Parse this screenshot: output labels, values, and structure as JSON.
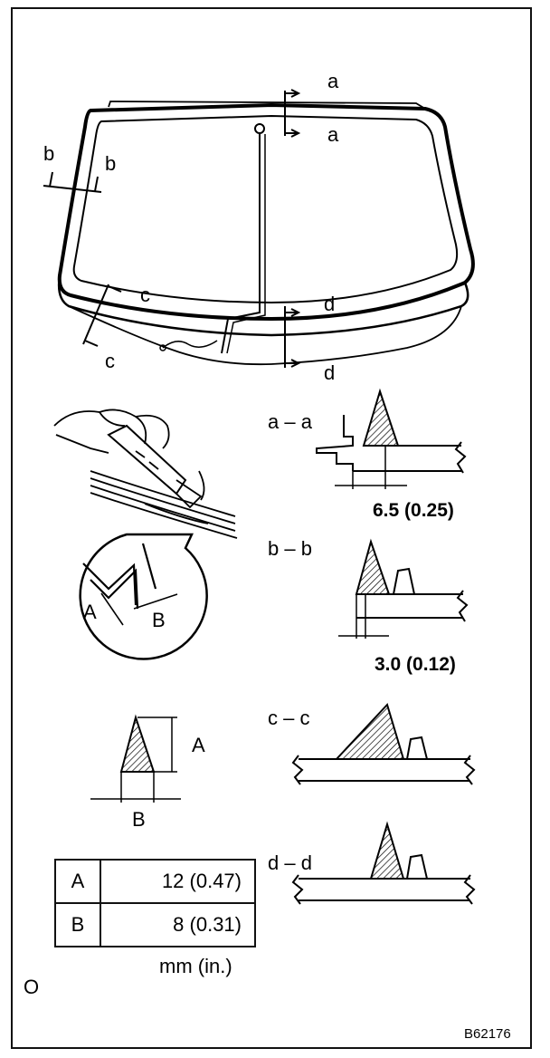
{
  "sections": [
    {
      "id": "a",
      "label": "a – a",
      "dimension": "6.5 (0.25)"
    },
    {
      "id": "b",
      "label": "b – b",
      "dimension": "3.0 (0.12)"
    },
    {
      "id": "c",
      "label": "c – c",
      "dimension": ""
    },
    {
      "id": "d",
      "label": "d – d",
      "dimension": ""
    }
  ],
  "cut_marks": {
    "a": "a",
    "b": "b",
    "c": "c",
    "d": "d"
  },
  "bead": {
    "height_label": "A",
    "width_label": "B"
  },
  "inset": {
    "label_a": "A",
    "label_b": "B"
  },
  "spec_table": {
    "rows": [
      {
        "key": "A",
        "value": "12 (0.47)"
      },
      {
        "key": "B",
        "value": "8 (0.31)"
      }
    ],
    "unit": "mm (in.)"
  },
  "corner_mark": "O",
  "figure_code": "B62176"
}
